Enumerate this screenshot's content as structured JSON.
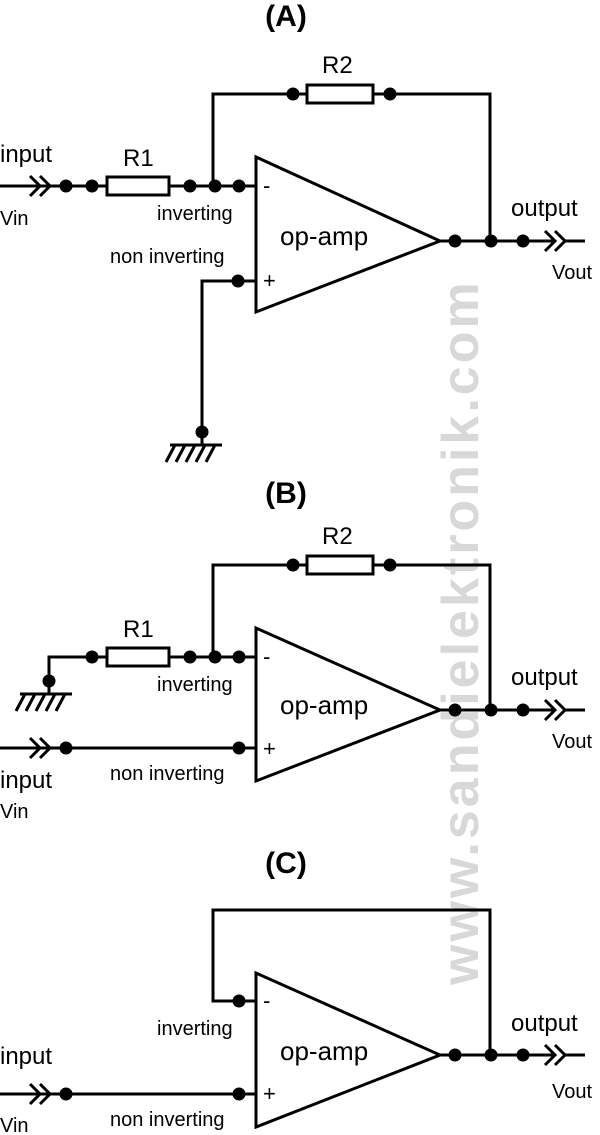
{
  "watermark": "www.sandielektronik.com",
  "circuits": [
    {
      "title": "(A)",
      "r1": "R1",
      "r2": "R2",
      "amp": "op-amp",
      "minus": "-",
      "plus": "+",
      "input": "input",
      "vin": "Vin",
      "inverting": "inverting",
      "non_inverting": "non inverting",
      "output": "output",
      "vout": "Vout"
    },
    {
      "title": "(B)",
      "r1": "R1",
      "r2": "R2",
      "amp": "op-amp",
      "minus": "-",
      "plus": "+",
      "input": "input",
      "vin": "Vin",
      "inverting": "inverting",
      "non_inverting": "non inverting",
      "output": "output",
      "vout": "Vout"
    },
    {
      "title": "(C)",
      "amp": "op-amp",
      "minus": "-",
      "plus": "+",
      "input": "input",
      "vin": "Vin",
      "inverting": "inverting",
      "non_inverting": "non inverting",
      "output": "output",
      "vout": "Vout"
    }
  ]
}
